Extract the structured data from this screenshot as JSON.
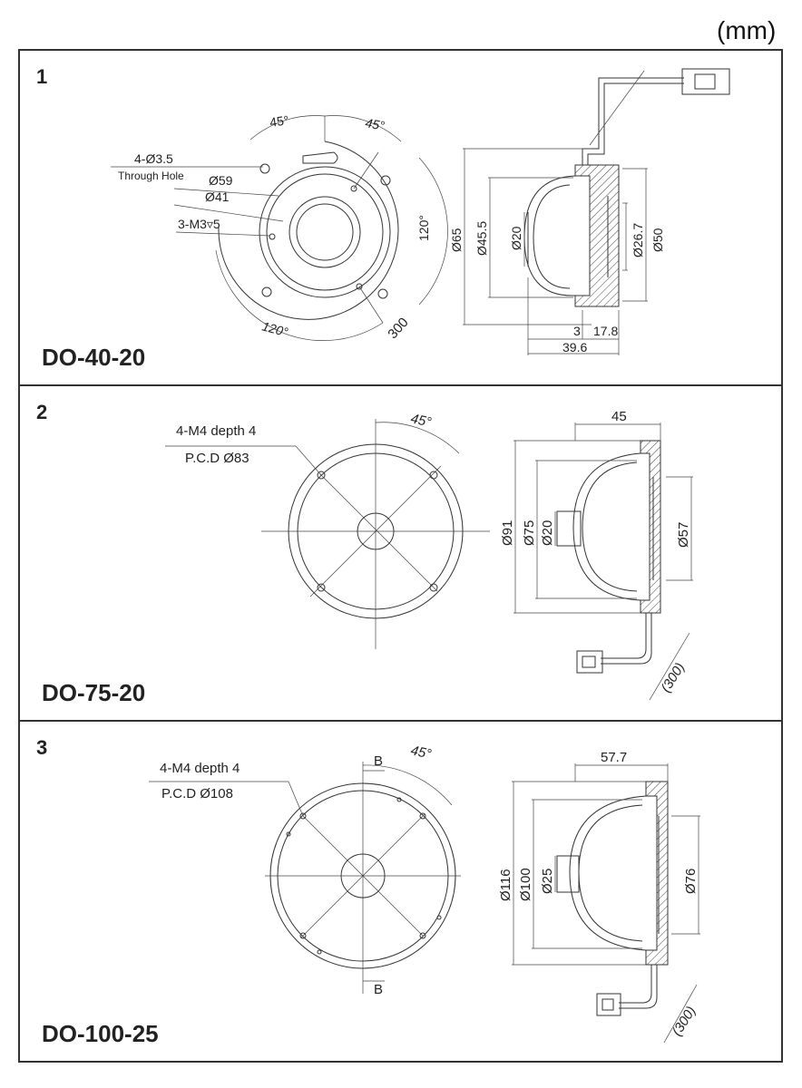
{
  "unit_label": "(mm)",
  "panels": [
    {
      "number": "1",
      "model": "DO-40-20",
      "front": {
        "hole_note": "4-Ø3.5",
        "hole_note2": "Through Hole",
        "d_outer": "Ø59",
        "d_inner": "Ø41",
        "thread": "3-M3▿5",
        "ang_a": "45°",
        "ang_b": "45°",
        "ang_c": "120°",
        "ang_d": "120°"
      },
      "side": {
        "cable": "300",
        "d65": "Ø65",
        "d455": "Ø45.5",
        "d20": "Ø20",
        "d267": "Ø26.7",
        "d50": "Ø50",
        "l3": "3",
        "l178": "17.8",
        "l396": "39.6"
      }
    },
    {
      "number": "2",
      "model": "DO-75-20",
      "front": {
        "thread": "4-M4 depth 4",
        "pcd": "P.C.D Ø83",
        "ang": "45°"
      },
      "side": {
        "length": "45",
        "d91": "Ø91",
        "d75": "Ø75",
        "d20": "Ø20",
        "d57": "Ø57",
        "cable": "(300)"
      }
    },
    {
      "number": "3",
      "model": "DO-100-25",
      "front": {
        "thread": "4-M4 depth 4",
        "pcd": "P.C.D Ø108",
        "ang": "45°",
        "section_top": "B",
        "section_bottom": "B"
      },
      "side": {
        "length": "57.7",
        "d116": "Ø116",
        "d100": "Ø100",
        "d25": "Ø25",
        "d76": "Ø76",
        "cable": "(300)"
      }
    }
  ]
}
